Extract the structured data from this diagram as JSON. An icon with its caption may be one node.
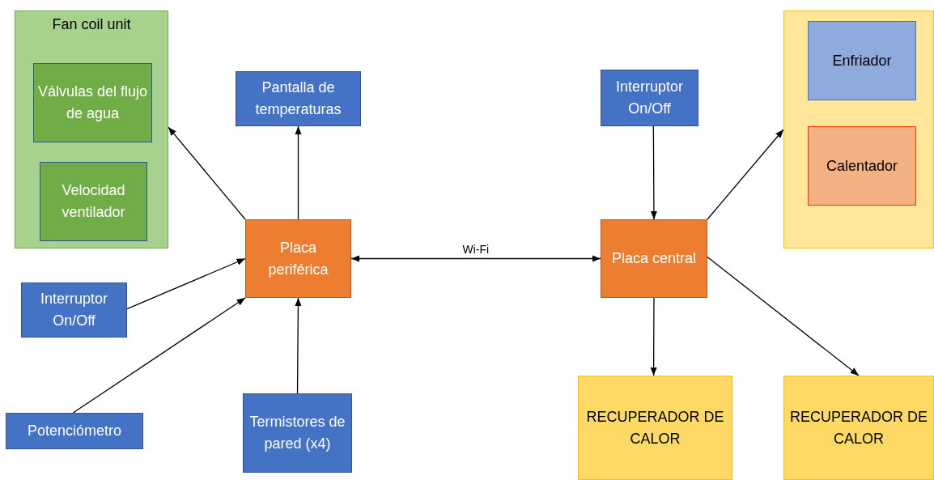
{
  "diagram": {
    "nodes": [
      {
        "text": [
          "Fan coil unit"
        ]
      },
      {
        "text": [
          "Válvulas del flujo de agua"
        ],
        "in": 0
      },
      {
        "text": [
          "Velocidad ventilador"
        ],
        "in": 0
      },
      {
        "text": [
          "Pantalla de temperaturas"
        ]
      },
      {
        "text": [
          "Interruptor On/Off"
        ]
      },
      {
        "text": [],
        "shape": "box"
      },
      {
        "text": [
          "Enfriador"
        ],
        "in": 5
      },
      {
        "text": [
          "Calentador"
        ],
        "in": 5
      },
      {
        "text": [
          "Placa periférica"
        ]
      },
      {
        "text": [
          "Placa central"
        ]
      },
      {
        "text": [
          "Interruptor On/Off"
        ]
      },
      {
        "text": [
          "Potenciómetro"
        ]
      },
      {
        "text": [
          "Termistores de pared (x4)"
        ]
      },
      {
        "text": [
          "RECUPERADOR DE CALOR"
        ]
      },
      {
        "text": [
          "RECUPERADOR DE CALOR"
        ]
      }
    ],
    "edges": [
      {
        "from": 8,
        "to": 0,
        "arrow": "to"
      },
      {
        "from": 8,
        "to": 3,
        "arrow": "to"
      },
      {
        "from": 10,
        "to": 8,
        "arrow": "to"
      },
      {
        "from": 11,
        "to": 8,
        "arrow": "to"
      },
      {
        "from": 12,
        "to": 8,
        "arrow": "to"
      },
      {
        "from": 8,
        "to": 9,
        "arrow": "both",
        "label": "Wi-Fi"
      },
      {
        "from": 4,
        "to": 9,
        "arrow": "to"
      },
      {
        "from": 9,
        "to": 5,
        "arrow": "to"
      },
      {
        "from": 9,
        "to": 13,
        "arrow": "to"
      },
      {
        "from": 9,
        "to": 14,
        "arrow": "to"
      }
    ]
  }
}
